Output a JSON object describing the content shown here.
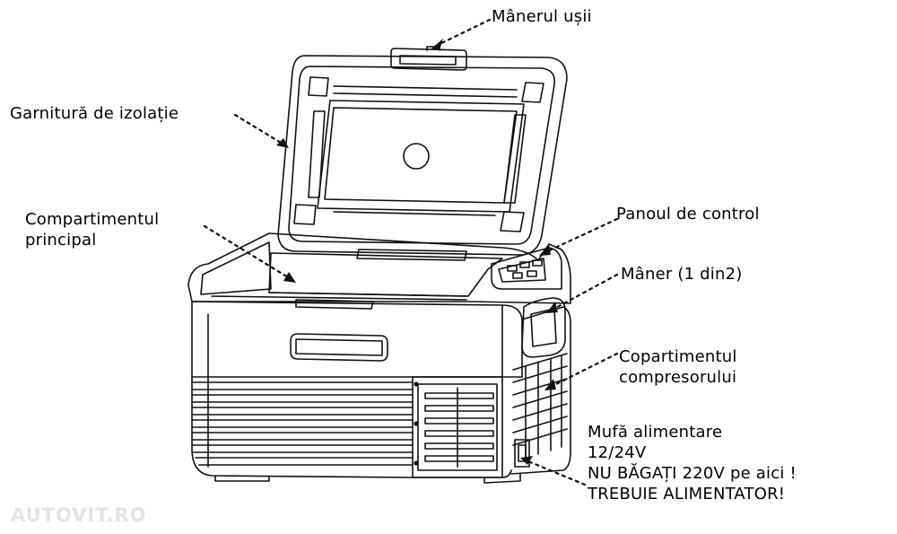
{
  "labels": {
    "door_handle": "Mânerul ușii",
    "gasket": "Garnitură de izolație",
    "main_compartment": [
      "Compartimentul",
      "principal"
    ],
    "control_panel": "Panoul de control",
    "handle": "Mâner (1 din2)",
    "compressor_compartment": [
      "Copartimentul",
      "compresorului"
    ],
    "power_socket": [
      "Mufă alimentare",
      "12/24V",
      "NU BĂGAȚI 220V pe aici !",
      "TREBUIE ALIMENTATOR!"
    ]
  },
  "watermark": "AUTOVIT.RO",
  "colors": {
    "line": "#111111",
    "text": "#000000",
    "watermark": "#e4e4e4"
  }
}
